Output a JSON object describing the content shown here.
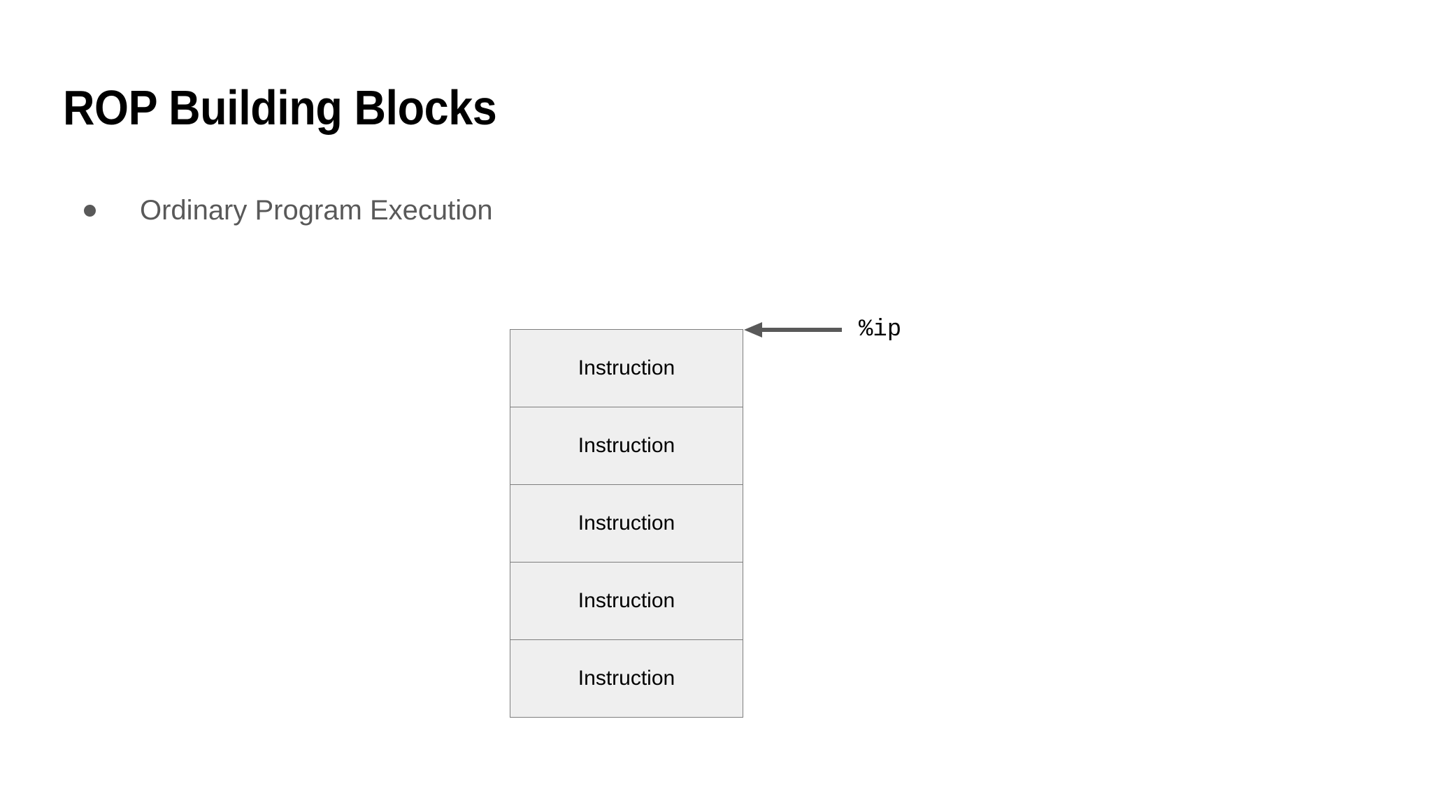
{
  "slide": {
    "title": "ROP Building Blocks",
    "background_color": "#ffffff"
  },
  "bullets": [
    {
      "marker": "bullet-dot",
      "text": "Ordinary Program Execution",
      "color": "#595959"
    }
  ],
  "diagram": {
    "name": "instruction-stack",
    "cell_fill_color": "#EFEFEF",
    "cell_border_color": "#7d7d7d",
    "cells": [
      {
        "label": "Instruction"
      },
      {
        "label": "Instruction"
      },
      {
        "label": "Instruction"
      },
      {
        "label": "Instruction"
      },
      {
        "label": "Instruction"
      }
    ],
    "pointer": {
      "label": "%ip",
      "color": "#595959",
      "direction": "left",
      "target_cell_index": 0
    }
  }
}
